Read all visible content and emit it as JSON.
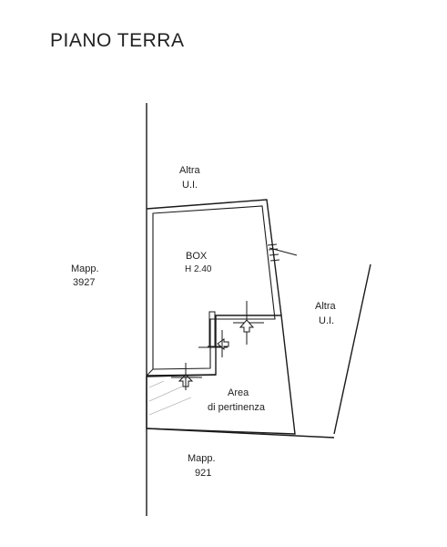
{
  "plan": {
    "title": "PIANO TERRA",
    "labels": {
      "altra_top_line1": "Altra",
      "altra_top_line2": "U.I.",
      "mapp_left_line1": "Mapp.",
      "mapp_left_line2": "3927",
      "box_name": "BOX",
      "box_height": "H  2.40",
      "altra_right_line1": "Altra",
      "altra_right_line2": "U.I.",
      "area_line1": "Area",
      "area_line2": "di pertinenza",
      "mapp_bottom_line1": "Mapp.",
      "mapp_bottom_line2": "921"
    }
  },
  "colors": {
    "ink": "#1a1a1a",
    "hatch": "#9a9a9a",
    "background": "#ffffff"
  },
  "icons": [
    "entry-arrow-icon",
    "door-swing-icon",
    "window-icon"
  ]
}
